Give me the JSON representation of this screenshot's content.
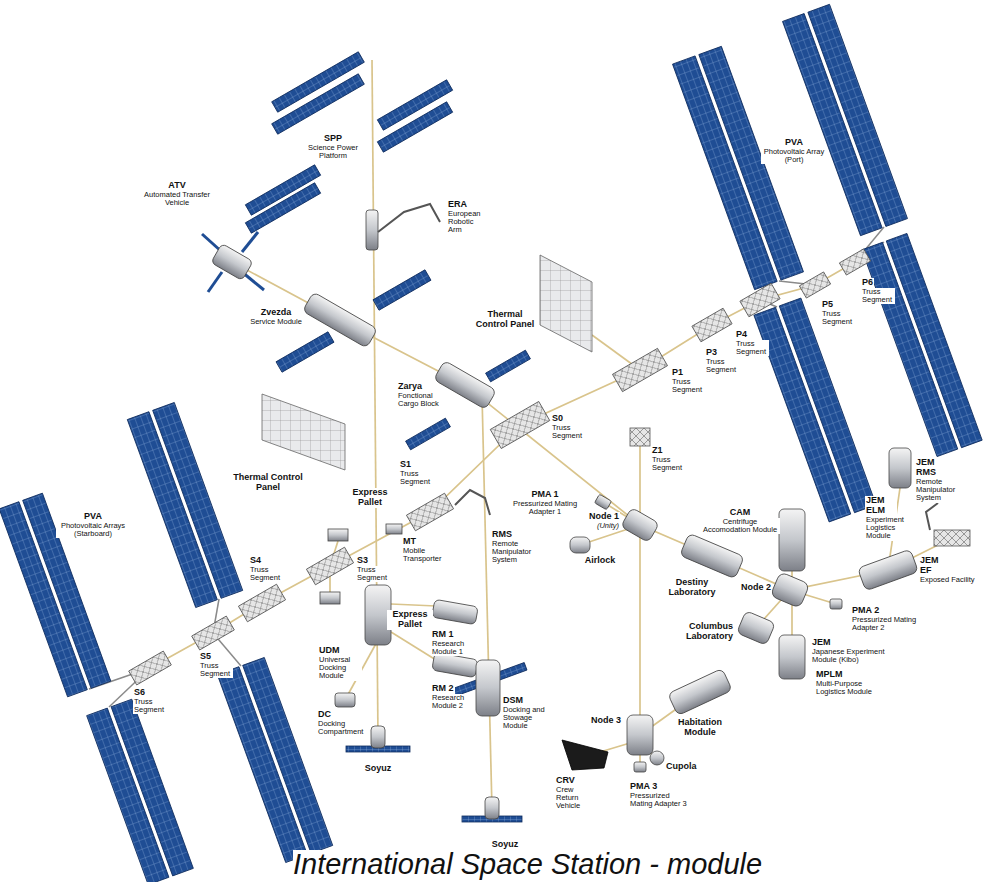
{
  "diagram": {
    "caption": "International Space Station - module",
    "labels": [
      "SPP",
      "Science Power Platform",
      "ERA",
      "European Robotic Arm",
      "ATV",
      "Automated Transfer Vehicle",
      "Zvezda",
      "Service Module",
      "Thermal Control Panel",
      "Zarya",
      "Fonctional Cargo Block",
      "S0",
      "Truss Segment",
      "P1",
      "Truss Segment",
      "P3",
      "Truss Segment",
      "P4",
      "Truss Segment",
      "P5",
      "Truss Segment",
      "P6",
      "Truss Segment",
      "PVA",
      "Photovoltaic Array (Port)",
      "Z1",
      "Truss Segment",
      "PMA 1",
      "Pressurized Mating Adapter 1",
      "Node 1",
      "(Unity)",
      "Airlock",
      "Thermal Control Panel",
      "S1",
      "Truss Segment",
      "Express Pallet",
      "PVA",
      "Photovoltaic Arrays (Starboard)",
      "MT",
      "Mobile Transporter",
      "RMS",
      "Remote Manipulator System",
      "S4",
      "Truss Segment",
      "S3",
      "Truss Segment",
      "Express Pallet",
      "RM 1",
      "Research Module 1",
      "UDM",
      "Universal Docking Module",
      "RM 2",
      "Research Module 2",
      "S5",
      "Truss Segment",
      "S6",
      "Truss Segment",
      "DC",
      "Docking Compartment",
      "Soyuz",
      "DSM",
      "Docking and Stowage Module",
      "Soyuz",
      "CAM",
      "Centrifuge Accomodation Module",
      "Destiny Laboratory",
      "JEM RMS",
      "Remote Manipulator System",
      "JEM ELM",
      "Experiment Logistics Module",
      "Node 2",
      "JEM EF",
      "Exposed Facility",
      "JEM",
      "Japanese Experiment Module (Kibo)",
      "Columbus Laboratory",
      "PMA 2",
      "Pressurized Mating Adapter 2",
      "MPLM",
      "Multi-Purpose Logistics Module",
      "Habitation Module",
      "Node 3",
      "Cupola",
      "CRV",
      "Crew Return Vehicle",
      "PMA 3",
      "Pressurized Mating Adapter 3"
    ]
  }
}
